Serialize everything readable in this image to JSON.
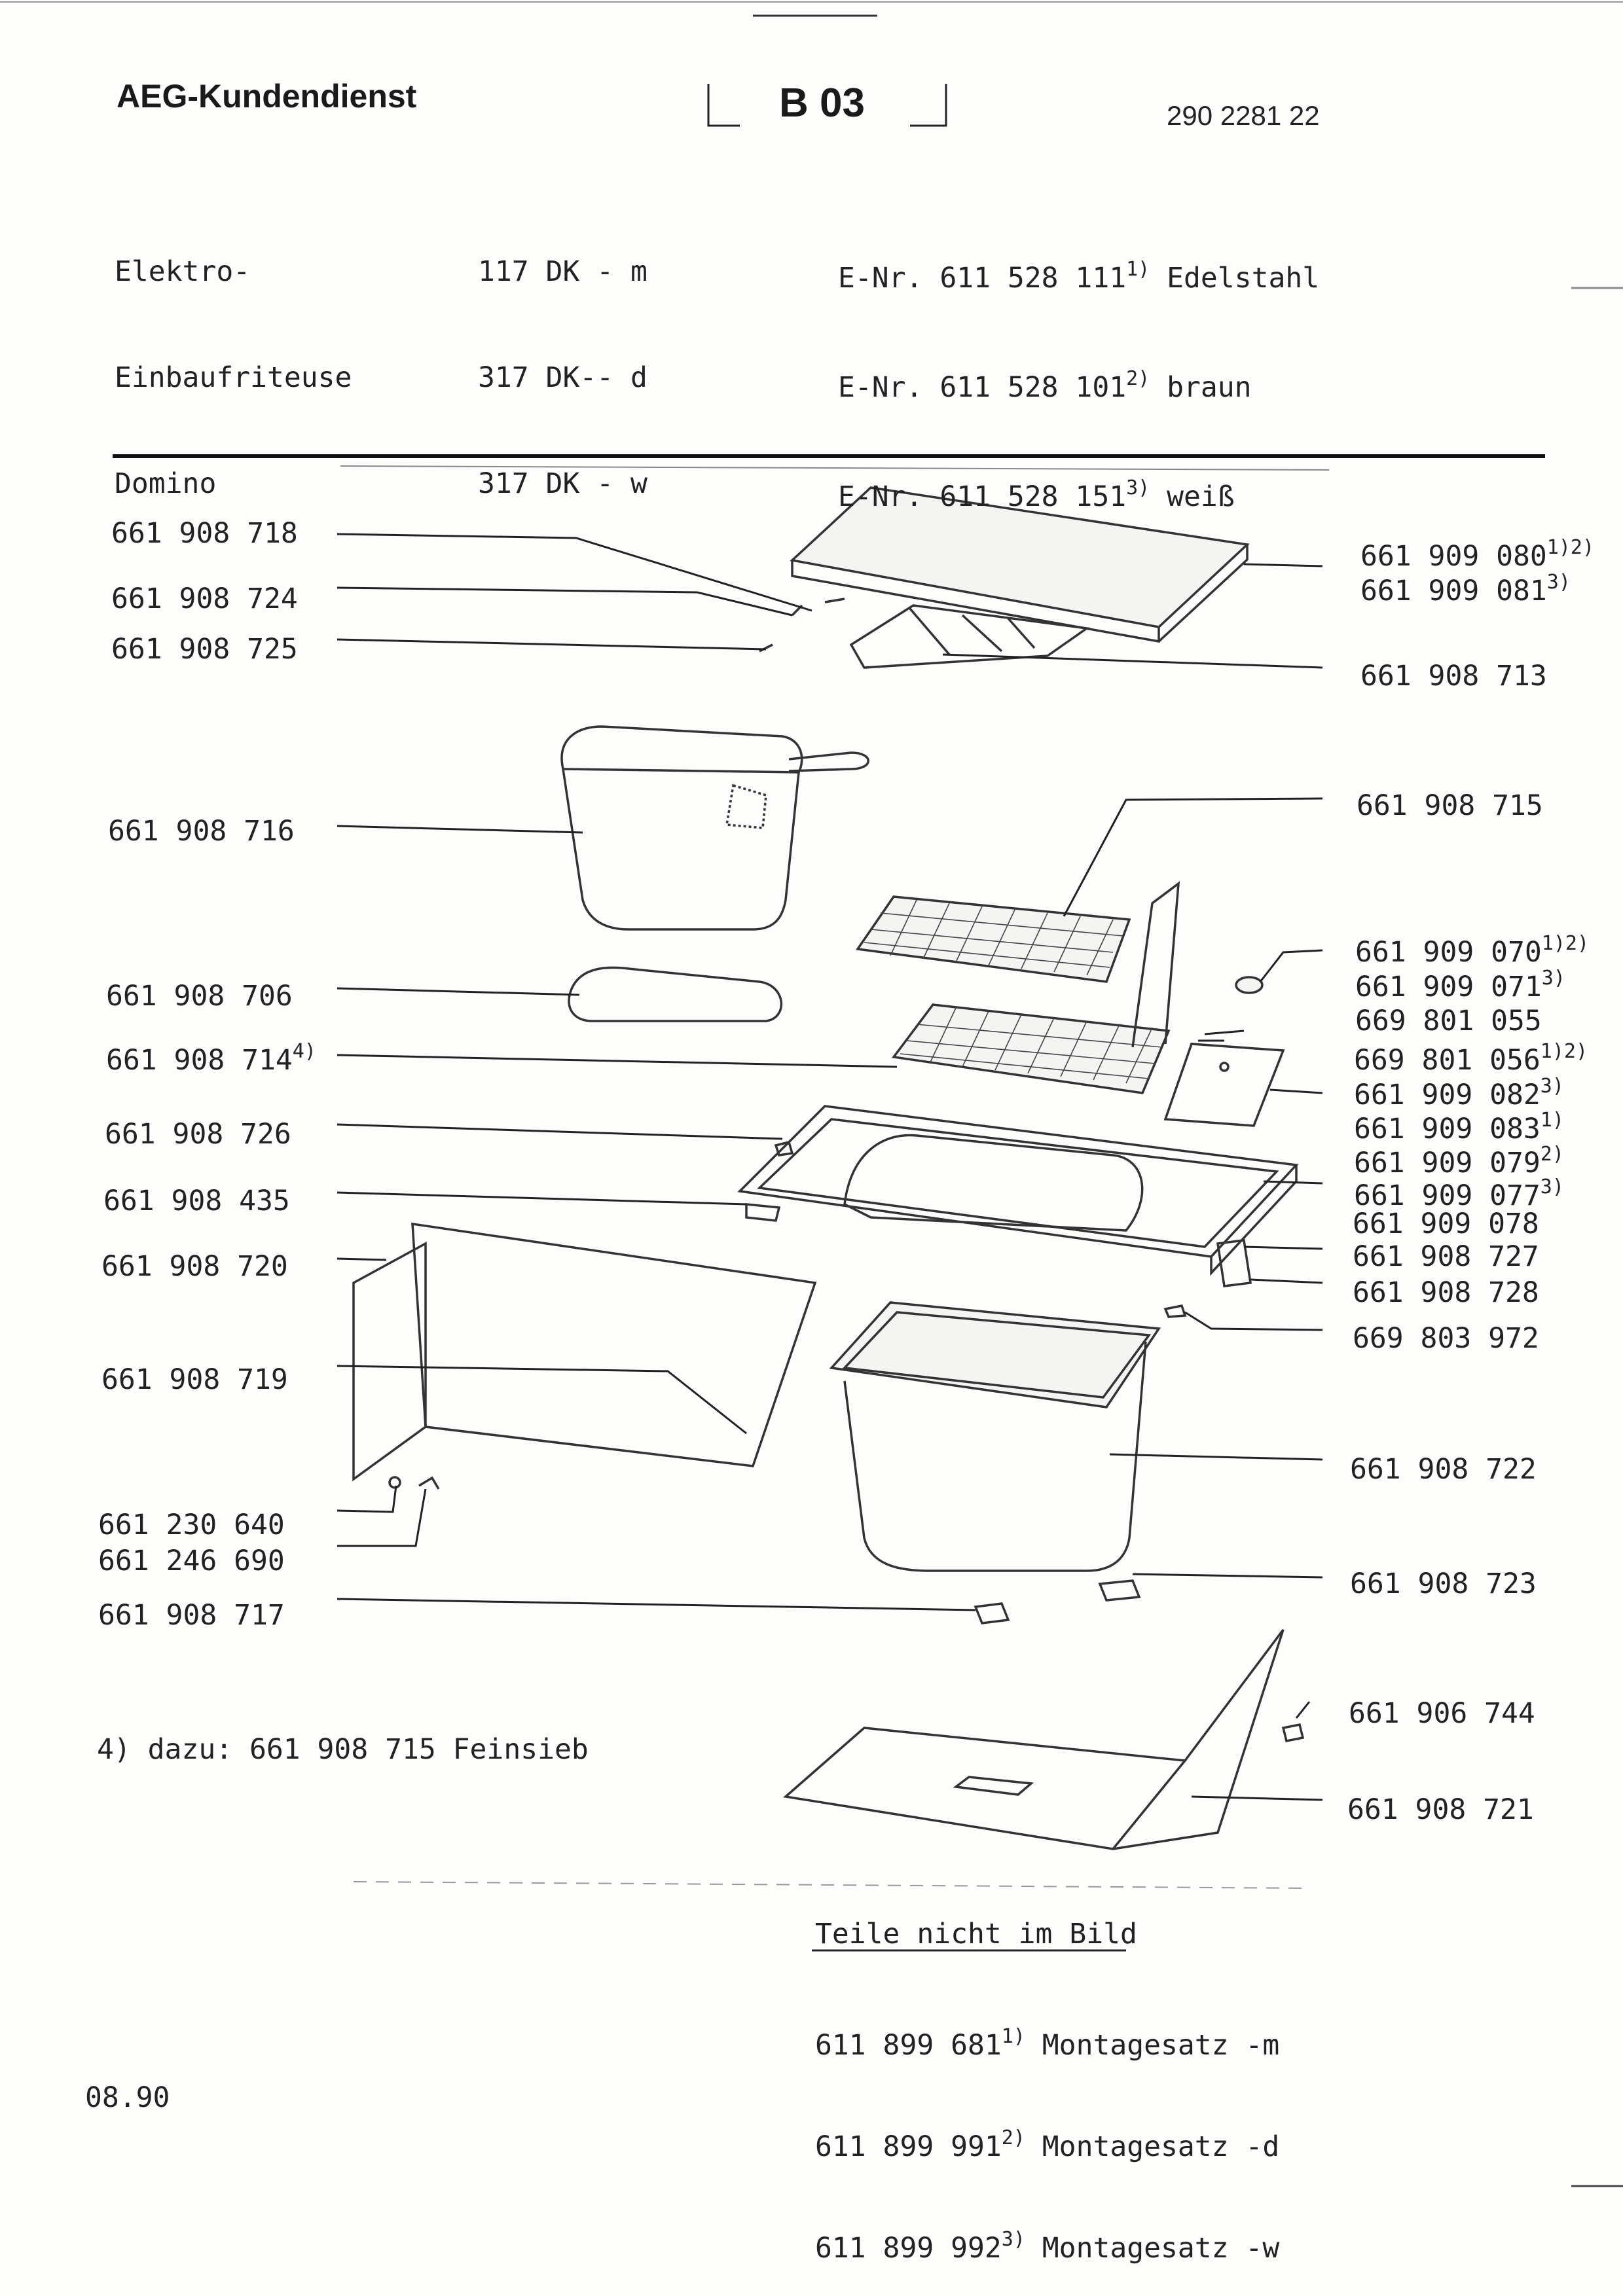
{
  "header": {
    "brand": "AEG-Kundendienst",
    "section_code": "B 03",
    "doc_number": "290 2281 22"
  },
  "product": {
    "name_lines": [
      "Elektro-",
      "Einbaufriteuse",
      "Domino"
    ],
    "models": [
      "117 DK - m",
      "317 DK-- d",
      "317 DK - w"
    ],
    "enr": [
      {
        "text": "E-Nr. 611 528 111",
        "note": "1)",
        "finish": "Edelstahl"
      },
      {
        "text": "E-Nr. 611 528 101",
        "note": "2)",
        "finish": "braun"
      },
      {
        "text": "E-Nr. 611 528 151",
        "note": "3)",
        "finish": "weiß"
      }
    ]
  },
  "left_parts": [
    {
      "number": "661 908 718",
      "note": ""
    },
    {
      "number": "661 908 724",
      "note": ""
    },
    {
      "number": "661 908 725",
      "note": ""
    },
    {
      "number": "661 908 716",
      "note": ""
    },
    {
      "number": "661 908 706",
      "note": ""
    },
    {
      "number": "661 908 714",
      "note": "4)"
    },
    {
      "number": "661 908 726",
      "note": ""
    },
    {
      "number": "661 908 435",
      "note": ""
    },
    {
      "number": "661 908 720",
      "note": ""
    },
    {
      "number": "661 908 719",
      "note": ""
    },
    {
      "number": "661 230 640",
      "note": ""
    },
    {
      "number": "661 246 690",
      "note": ""
    },
    {
      "number": "661 908 717",
      "note": ""
    }
  ],
  "right_parts": [
    {
      "number": "661 909 080",
      "note": "1)2)"
    },
    {
      "number": "661 909 081",
      "note": "3)"
    },
    {
      "number": "661 908 713",
      "note": ""
    },
    {
      "number": "661 908 715",
      "note": ""
    },
    {
      "number": "661 909 070",
      "note": "1)2)"
    },
    {
      "number": "661 909 071",
      "note": "3)"
    },
    {
      "number": "669 801 055",
      "note": ""
    },
    {
      "number": "669 801 056",
      "note": "1)2)"
    },
    {
      "number": "661 909 082",
      "note": "3)"
    },
    {
      "number": "661 909 083",
      "note": "1)"
    },
    {
      "number": "661 909 079",
      "note": "2)"
    },
    {
      "number": "661 909 077",
      "note": "3)"
    },
    {
      "number": "661 909 078",
      "note": ""
    },
    {
      "number": "661 908 727",
      "note": ""
    },
    {
      "number": "661 908 728",
      "note": ""
    },
    {
      "number": "669 803 972",
      "note": ""
    },
    {
      "number": "661 908 722",
      "note": ""
    },
    {
      "number": "661 908 723",
      "note": ""
    },
    {
      "number": "661 906 744",
      "note": ""
    },
    {
      "number": "661 908 721",
      "note": ""
    }
  ],
  "footnote": "4) dazu: 661 908 715 Feinsieb",
  "not_pictured": {
    "title": "Teile nicht im Bild",
    "items": [
      {
        "number": "611 899 681",
        "note": "1)",
        "desc": "Montagesatz -m"
      },
      {
        "number": "611 899 991",
        "note": "2)",
        "desc": "Montagesatz -d"
      },
      {
        "number": "611 899 992",
        "note": "3)",
        "desc": "Montagesatz -w"
      }
    ]
  },
  "date": "08.90"
}
